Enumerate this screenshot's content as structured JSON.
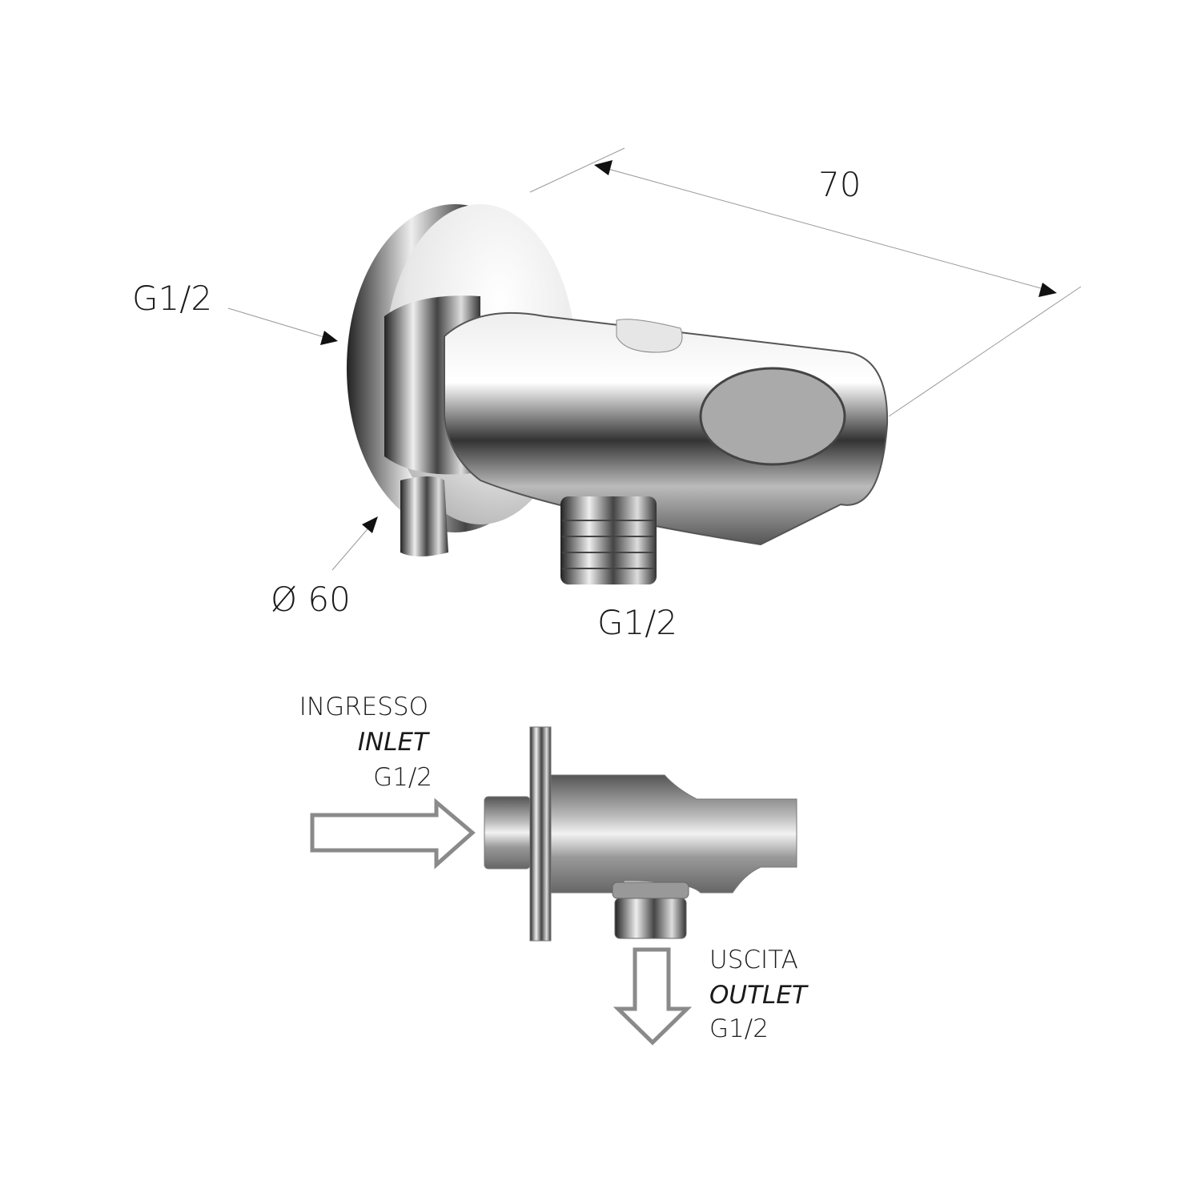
{
  "dimensions": {
    "length": "70",
    "inlet_thread_top": "G1/2",
    "plate_diameter": "Ø 60",
    "outlet_thread_top": "G1/2"
  },
  "flow_legend": {
    "inlet": {
      "it": "INGRESSO",
      "en": "INLET",
      "thread": "G1/2"
    },
    "outlet": {
      "it": "USCITA",
      "en": "OUTLET",
      "thread": "G1/2"
    }
  },
  "colors": {
    "arrow": "#8a8a8a",
    "text": "#1a1a1a"
  }
}
